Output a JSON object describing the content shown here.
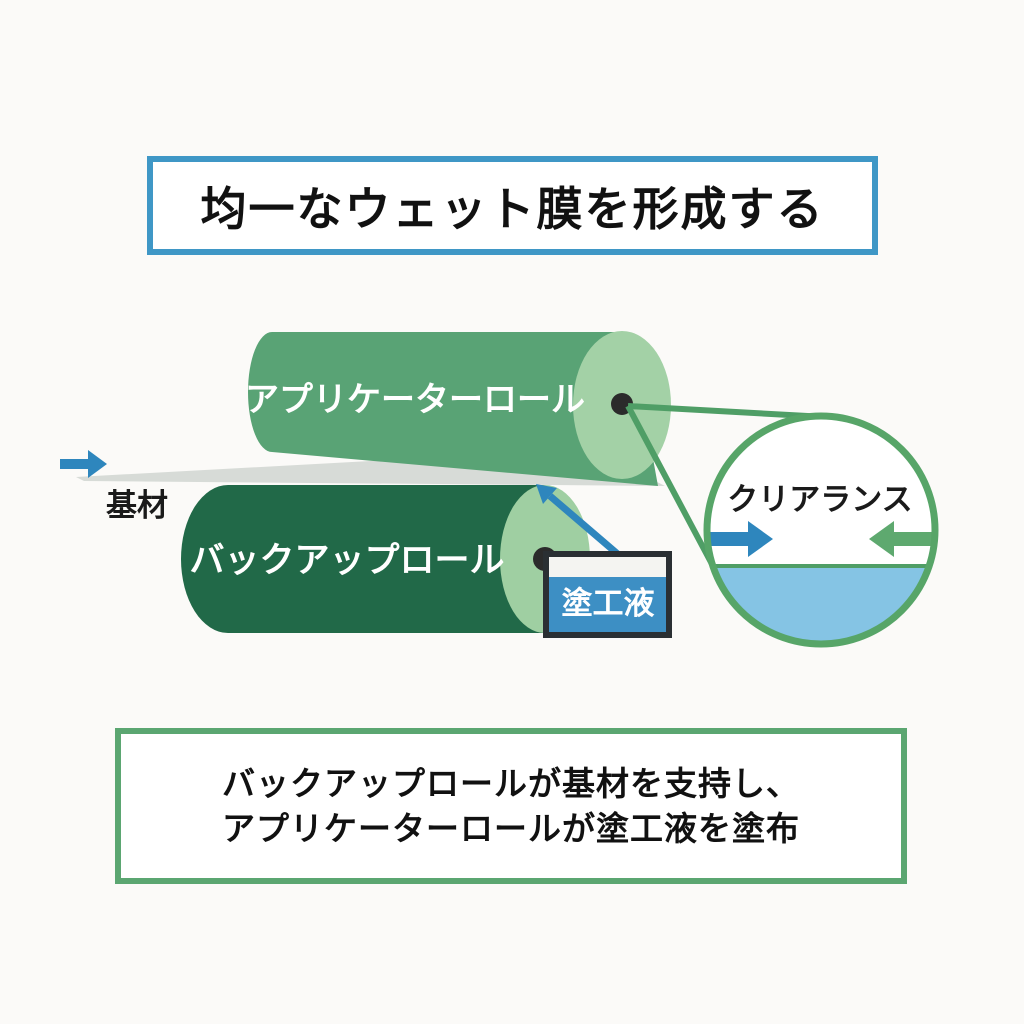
{
  "title": {
    "text": "均一なウェット膜を形成する"
  },
  "diagram": {
    "applicator_roll": {
      "label": "アプリケーターロール"
    },
    "backup_roll": {
      "label": "バックアップロール"
    },
    "substrate": {
      "label": "基材"
    },
    "coating_liquid": {
      "label": "塗工液"
    },
    "clearance": {
      "label": "クリアランス"
    }
  },
  "caption": {
    "line1": "バックアップロールが基材を支持し、",
    "line2": "アプリケーターロールが塗工液を塗布"
  },
  "colors": {
    "title_border": "#3f97c6",
    "caption_border": "#5ba671",
    "applicator_body": "#59a375",
    "applicator_cap": "#a3d1a6",
    "backup_body": "#216948",
    "backup_cap": "#9fcfa2",
    "axle": "#2b2b2b",
    "substrate_gray": "#d7dbd7",
    "arrow_blue": "#2e86bd",
    "arrow_green": "#5ea96f",
    "connector_green": "#4f9e66",
    "circle_border": "#57a568",
    "liquid_blue": "#85c4e4",
    "liquid_box_fill": "#3d8fc4",
    "liquid_box_border": "#2a2f33",
    "liquid_box_band": "#f4f4f1"
  }
}
